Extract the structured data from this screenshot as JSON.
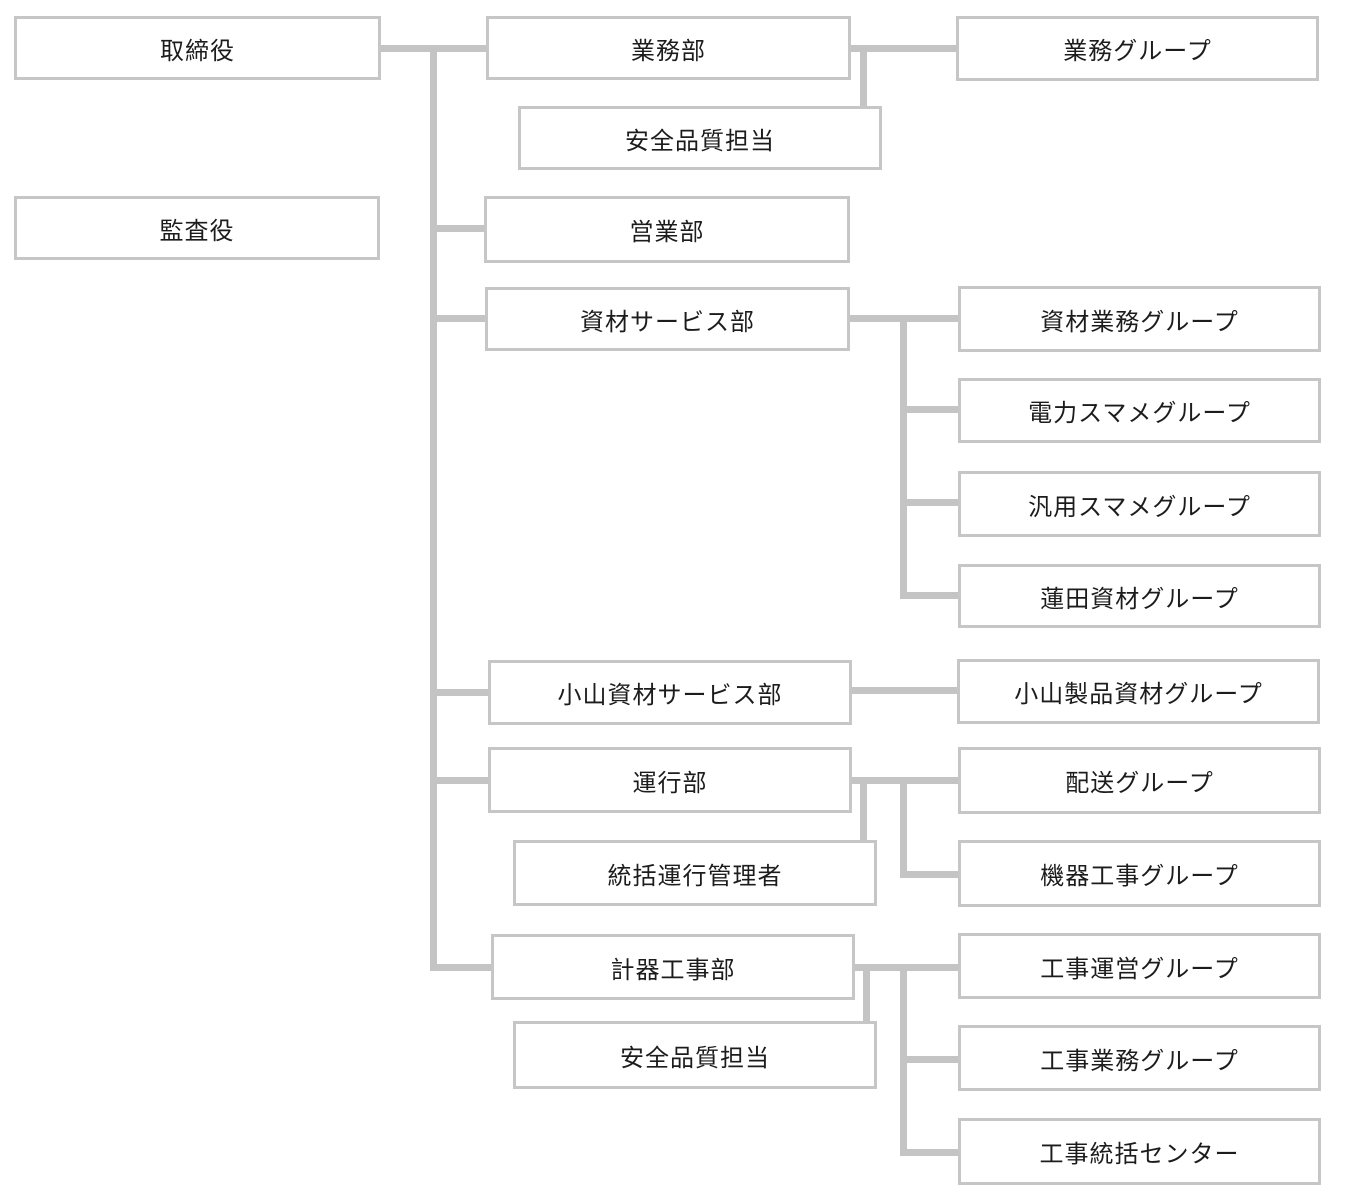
{
  "org_chart": {
    "board": {
      "directors": "取締役",
      "auditor": "監査役"
    },
    "departments": {
      "gyomu": {
        "name": "業務部",
        "staff": "安全品質担当",
        "groups": [
          "業務グループ"
        ]
      },
      "eigyo": {
        "name": "営業部"
      },
      "shizai_service": {
        "name": "資材サービス部",
        "groups": [
          "資材業務グループ",
          "電力スマメグループ",
          "汎用スマメグループ",
          "蓮田資材グループ"
        ]
      },
      "oyama_shizai_service": {
        "name": "小山資材サービス部",
        "groups": [
          "小山製品資材グループ"
        ]
      },
      "unko": {
        "name": "運行部",
        "staff": "統括運行管理者",
        "groups": [
          "配送グループ",
          "機器工事グループ"
        ]
      },
      "keiki_koji": {
        "name": "計器工事部",
        "staff": "安全品質担当",
        "groups": [
          "工事運営グループ",
          "工事業務グループ",
          "工事統括センター"
        ]
      }
    }
  }
}
